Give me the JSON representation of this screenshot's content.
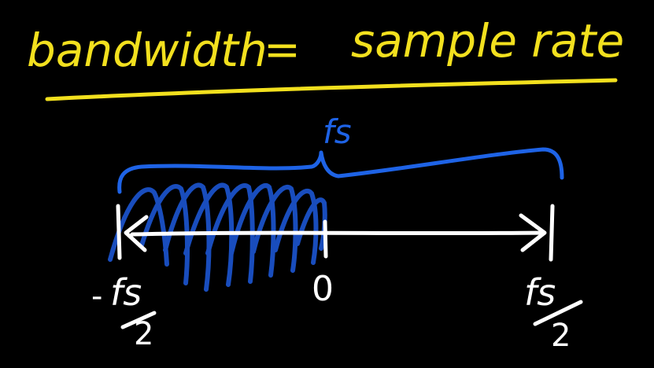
{
  "title": {
    "left": "bandwidth",
    "equals": "=",
    "right": "sample rate"
  },
  "brace_label": "fs",
  "axis_labels": {
    "left_prefix": "-",
    "left_numerator": "fs",
    "left_denominator": "2",
    "center": "0",
    "right_numerator": "fs",
    "right_denominator": "2"
  },
  "colors": {
    "background": "#000000",
    "title": "#f2e01e",
    "brace": "#1e63e6",
    "shading": "#1b52c8",
    "axis": "#ffffff"
  }
}
